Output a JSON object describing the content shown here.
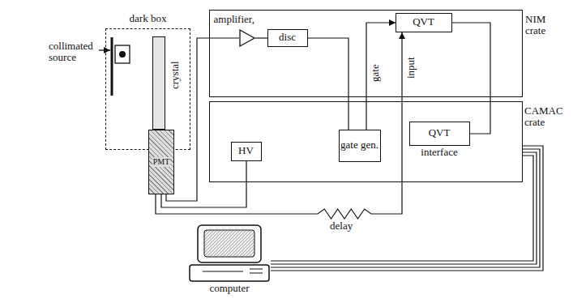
{
  "diagram": {
    "nodes": [
      {
        "text": [
          "dark box"
        ]
      },
      {
        "text": [
          "crystal"
        ],
        "in": 0
      },
      {
        "text": [
          "PMT"
        ]
      },
      {
        "text": [
          "NIM crate"
        ]
      },
      {
        "text": [
          "amplifier,"
        ],
        "in": 3
      },
      {
        "text": [
          "disc"
        ],
        "in": 3
      },
      {
        "text": [
          "QVT"
        ],
        "in": 3
      },
      {
        "text": [
          "CAMAC crate"
        ]
      },
      {
        "text": [
          "HV"
        ],
        "in": 7
      },
      {
        "text": [
          "gate gen."
        ],
        "in": 7
      },
      {
        "text": [
          "QVT",
          "interface"
        ],
        "in": 7
      },
      {
        "text": [
          "computer"
        ]
      }
    ],
    "edges": [
      {
        "from": 2,
        "to": 4,
        "arrow": "none"
      },
      {
        "from": 8,
        "to": 2,
        "arrow": "none"
      },
      {
        "from": 2,
        "to": 6,
        "label": "input",
        "arrow": "to"
      },
      {
        "from": 4,
        "to": 5,
        "arrow": "none"
      },
      {
        "from": 5,
        "to": 9,
        "arrow": "none"
      },
      {
        "from": 9,
        "to": 6,
        "label": "gate",
        "arrow": "to"
      },
      {
        "from": 6,
        "to": 10,
        "arrow": "none"
      },
      {
        "from": 7,
        "to": 11,
        "arrow": "none"
      }
    ],
    "labels": [
      "collimated source",
      "delay"
    ]
  }
}
